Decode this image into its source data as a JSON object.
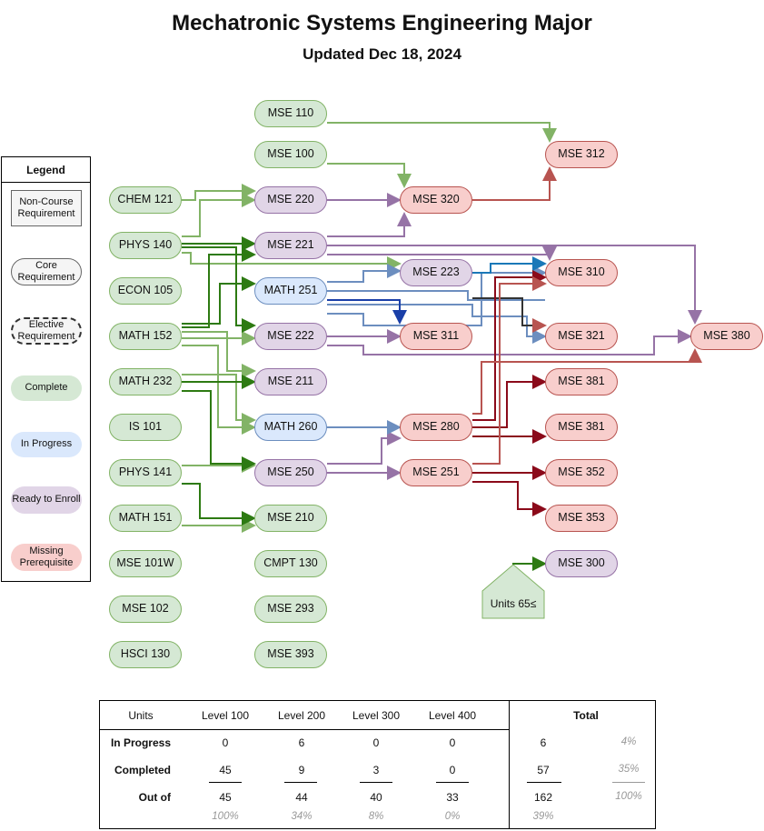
{
  "header": {
    "title": "Mechatronic Systems Engineering Major",
    "subtitle": "Updated Dec 18, 2024"
  },
  "legend": {
    "title": "Legend",
    "non_course": "Non-Course Requirement",
    "core": "Core Requirement",
    "elective": "Elective Requirement",
    "complete": "Complete",
    "in_progress": "In Progress",
    "ready": "Ready to Enroll",
    "missing": "Missing Prerequisite"
  },
  "courses": {
    "chem121": "CHEM 121",
    "phys140": "PHYS 140",
    "econ105": "ECON 105",
    "math152": "MATH 152",
    "math232": "MATH 232",
    "is101": "IS 101",
    "phys141": "PHYS 141",
    "math151": "MATH 151",
    "mse101w": "MSE 101W",
    "mse102": "MSE 102",
    "hsci130": "HSCI 130",
    "mse110": "MSE 110",
    "mse100": "MSE 100",
    "mse220": "MSE 220",
    "mse221": "MSE 221",
    "math251": "MATH 251",
    "mse222": "MSE 222",
    "mse211": "MSE 211",
    "math260": "MATH 260",
    "mse250": "MSE 250",
    "mse210": "MSE 210",
    "cmpt130": "CMPT 130",
    "mse293": "MSE 293",
    "mse393": "MSE 393",
    "mse320": "MSE 320",
    "mse223": "MSE 223",
    "mse311": "MSE 311",
    "mse280": "MSE 280",
    "mse251": "MSE 251",
    "mse312": "MSE 312",
    "mse310": "MSE 310",
    "mse321": "MSE 321",
    "mse381a": "MSE 381",
    "mse381b": "MSE 381",
    "mse352": "MSE 352",
    "mse353": "MSE 353",
    "mse300": "MSE 300",
    "mse380": "MSE 380",
    "units65": "Units 65≤"
  },
  "colors": {
    "complete_fill": "#d5e8d4",
    "complete_stroke": "#82b366",
    "progress_fill": "#dae8fc",
    "progress_stroke": "#6c8ebf",
    "ready_fill": "#e1d5e7",
    "ready_stroke": "#9673a6",
    "missing_fill": "#f8cecc",
    "missing_stroke": "#b85450"
  },
  "units_table": {
    "header": {
      "units": "Units",
      "l100": "Level 100",
      "l200": "Level 200",
      "l300": "Level 300",
      "l400": "Level 400",
      "total": "Total"
    },
    "rows": [
      {
        "label": "In Progress",
        "l100": "0",
        "l200": "6",
        "l300": "0",
        "l400": "0",
        "total": "6",
        "pct": "4%"
      },
      {
        "label": "Completed",
        "l100": "45",
        "l200": "9",
        "l300": "3",
        "l400": "0",
        "total": "57",
        "pct": "35%"
      },
      {
        "label": "Out of",
        "l100": "45",
        "l200": "44",
        "l300": "40",
        "l400": "33",
        "total": "162",
        "pct": "100%"
      }
    ],
    "footer_pct": {
      "l100": "100%",
      "l200": "34%",
      "l300": "8%",
      "l400": "0%",
      "total": "39%"
    }
  }
}
